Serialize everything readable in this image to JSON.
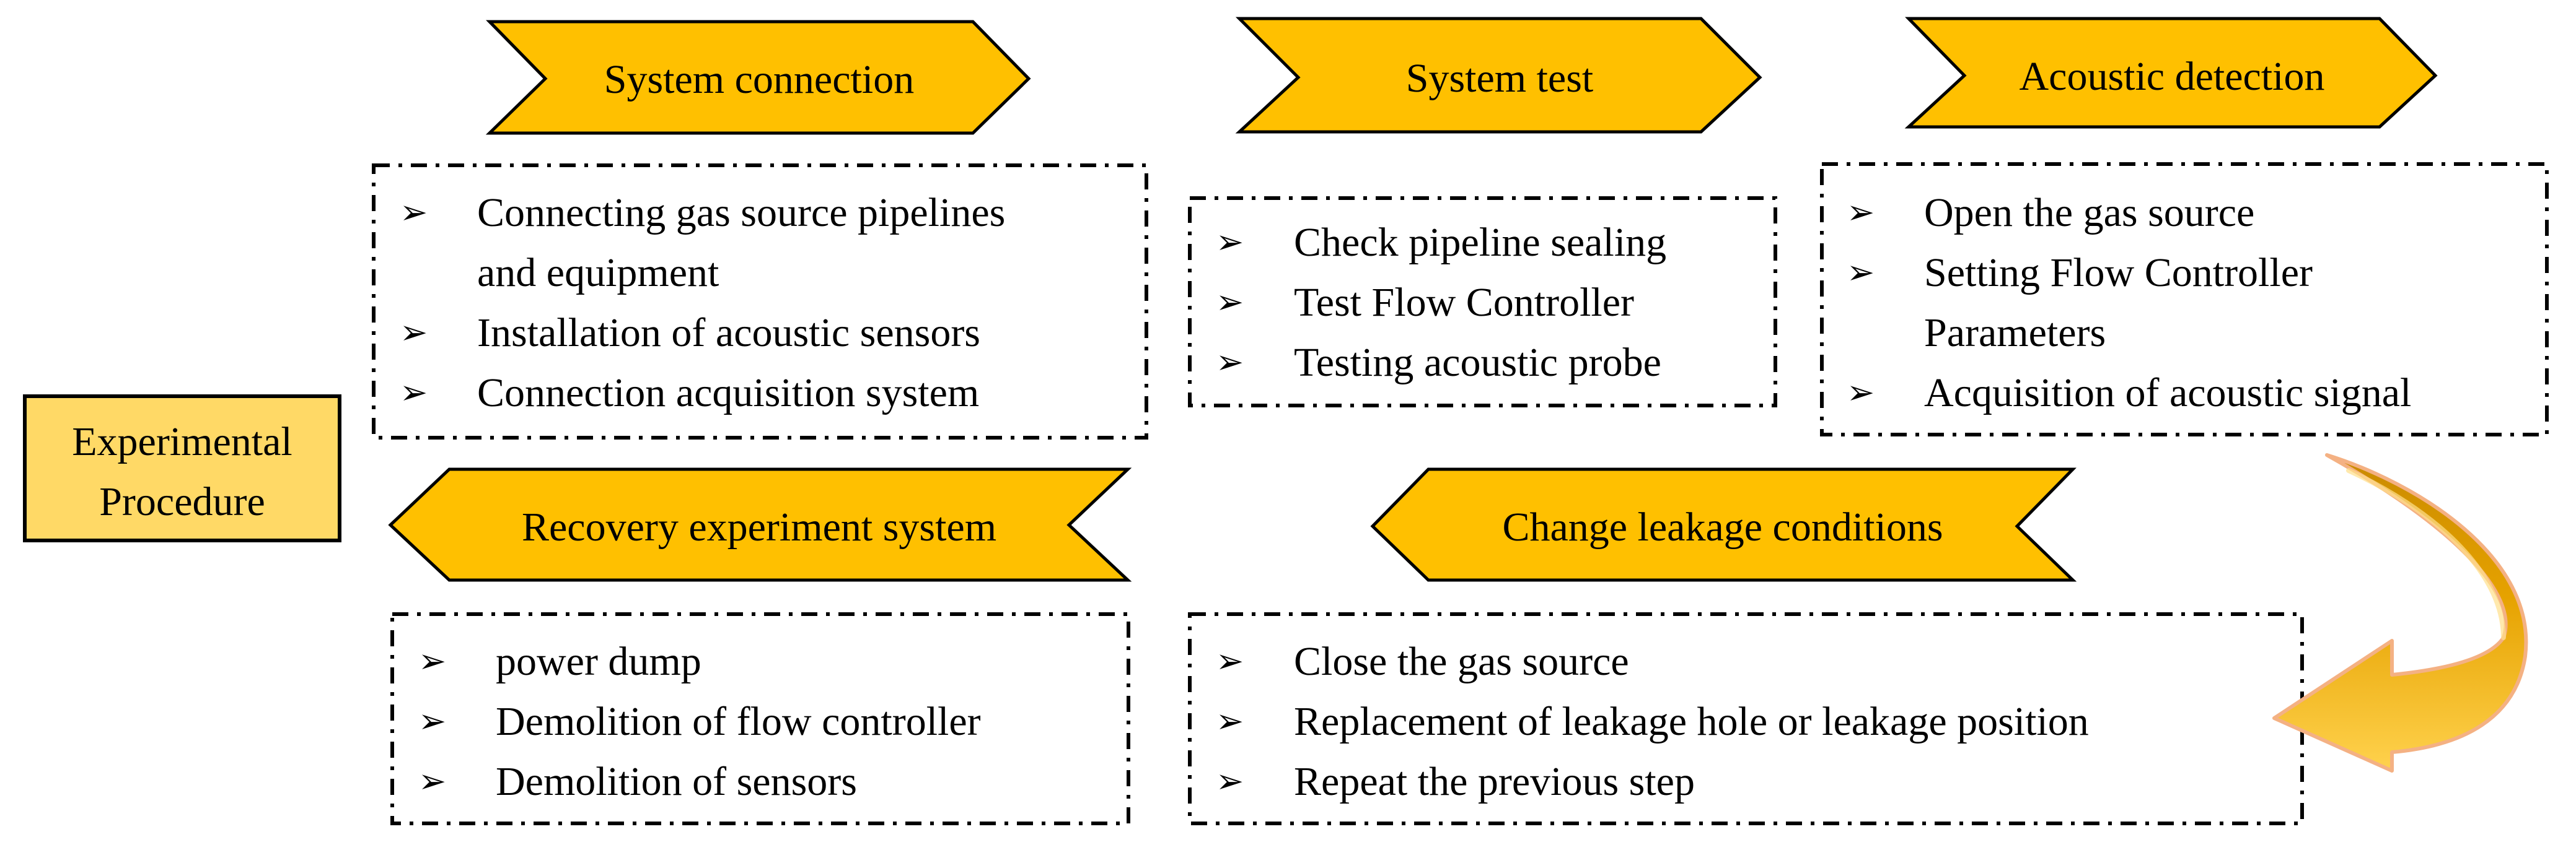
{
  "procedure": {
    "lines": [
      "Experimental",
      "Procedure"
    ]
  },
  "steps": {
    "system_connection": {
      "title": "System connection",
      "items": [
        [
          "Connecting gas source pipelines",
          "and equipment"
        ],
        [
          "Installation of acoustic sensors"
        ],
        [
          "Connection acquisition system"
        ]
      ]
    },
    "system_test": {
      "title": "System test",
      "items": [
        [
          "Check pipeline sealing"
        ],
        [
          "Test Flow Controller"
        ],
        [
          "Testing acoustic probe"
        ]
      ]
    },
    "acoustic_detection": {
      "title": "Acoustic detection",
      "items": [
        [
          "Open the gas source"
        ],
        [
          "Setting Flow Controller",
          "Parameters"
        ],
        [
          "Acquisition of acoustic signal"
        ]
      ]
    },
    "change_leakage": {
      "title": "Change  leakage conditions",
      "items": [
        [
          "Close the gas source"
        ],
        [
          "Replacement of leakage hole or leakage position"
        ],
        [
          "Repeat the previous step"
        ]
      ]
    },
    "recovery": {
      "title": "Recovery experiment system",
      "items": [
        [
          "power dump"
        ],
        [
          "Demolition of flow controller"
        ],
        [
          "Demolition of sensors"
        ]
      ]
    }
  },
  "bullet_glyph": "➢",
  "colors": {
    "chevron_fill": "#FFC000",
    "procedure_fill": "#FFD966",
    "arrow_fill": "#E0A000",
    "arrow_light": "#FFCC33",
    "arrow_outline": "#F4B183"
  }
}
